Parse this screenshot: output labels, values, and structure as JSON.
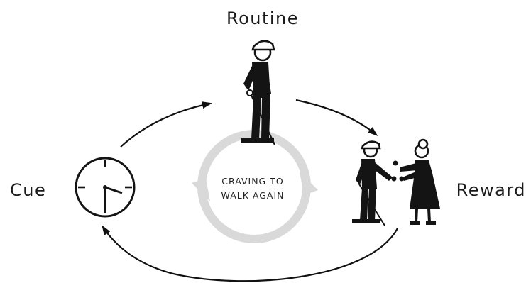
{
  "diagram": {
    "stages": {
      "routine": "Routine",
      "cue": "Cue",
      "reward": "Reward"
    },
    "craving": {
      "line1": "CRAVING TO",
      "line2": "WALK AGAIN"
    },
    "colors": {
      "ink": "#141414",
      "inner_loop": "#d9d9d9",
      "background": "#ffffff"
    },
    "icons": [
      "clock-icon",
      "elderly-man-with-cane-icon",
      "elderly-woman-icon"
    ]
  }
}
